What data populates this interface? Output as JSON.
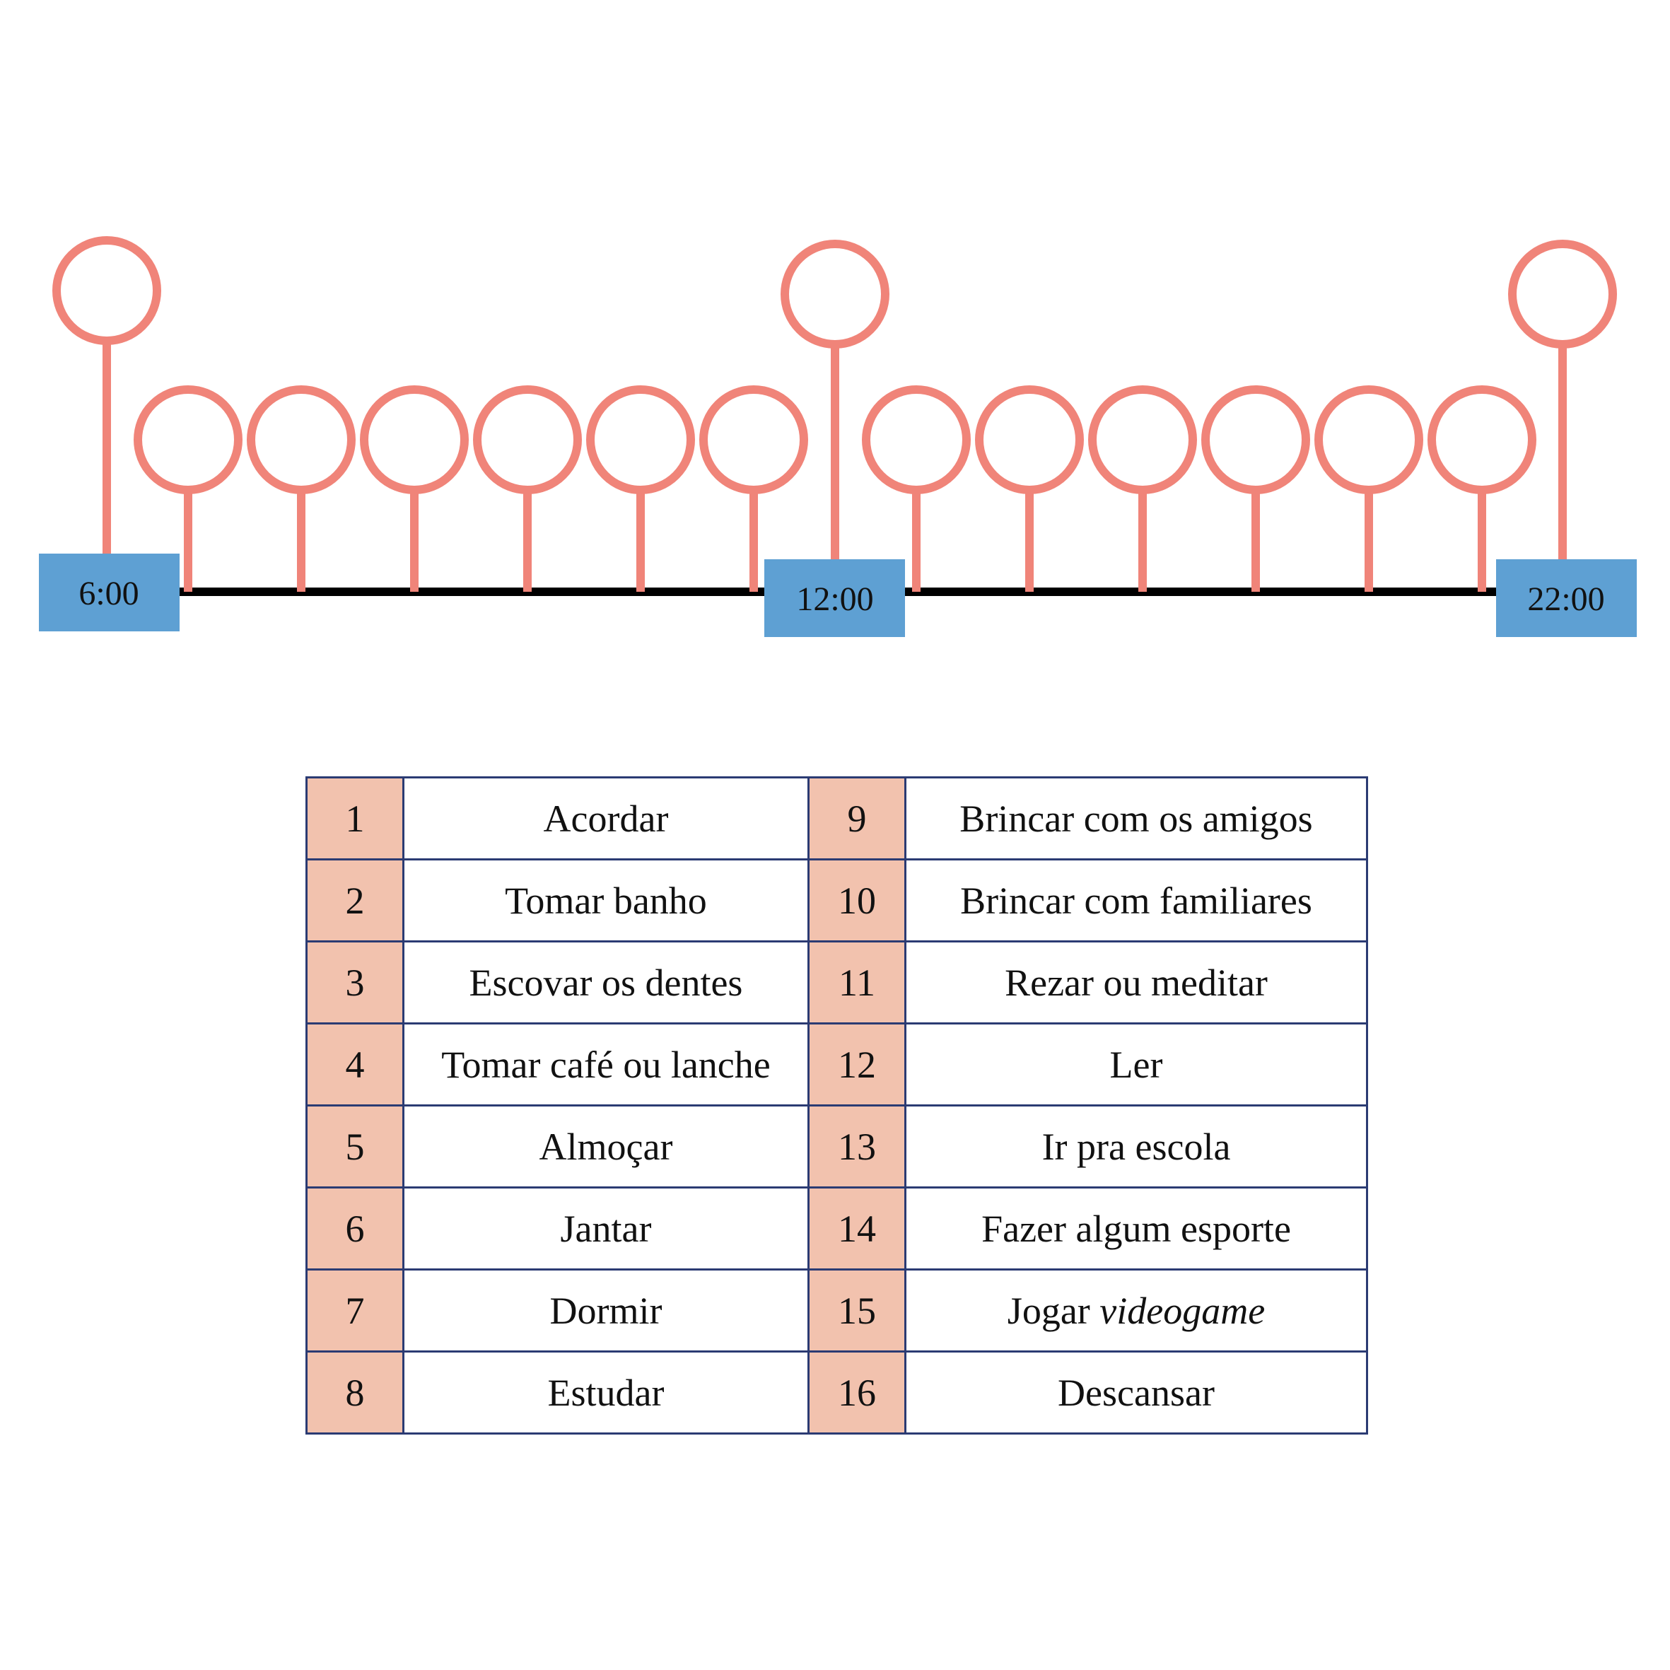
{
  "colors": {
    "circle": "#f08479",
    "axis": "#000000",
    "time_box": "#5ea0d3",
    "num_cell": "#f2c2ae",
    "table_border": "#2b3b73"
  },
  "timeline": {
    "markers": [
      "6:00",
      "12:00",
      "22:00"
    ],
    "slots_between_first_and_second": 6,
    "slots_between_second_and_third": 6
  },
  "activities": [
    {
      "num": "1",
      "label": "Acordar"
    },
    {
      "num": "2",
      "label": "Tomar banho"
    },
    {
      "num": "3",
      "label": "Escovar os dentes"
    },
    {
      "num": "4",
      "label": "Tomar café ou lanche"
    },
    {
      "num": "5",
      "label": "Almoçar"
    },
    {
      "num": "6",
      "label": "Jantar"
    },
    {
      "num": "7",
      "label": "Dormir"
    },
    {
      "num": "8",
      "label": "Estudar"
    },
    {
      "num": "9",
      "label": "Brincar com os amigos"
    },
    {
      "num": "10",
      "label": "Brincar com familiares"
    },
    {
      "num": "11",
      "label": "Rezar ou meditar"
    },
    {
      "num": "12",
      "label": "Ler"
    },
    {
      "num": "13",
      "label": "Ir pra escola"
    },
    {
      "num": "14",
      "label": "Fazer algum esporte"
    },
    {
      "num": "15",
      "label": "Jogar ",
      "label_italic": "videogame"
    },
    {
      "num": "16",
      "label": "Descansar"
    }
  ]
}
